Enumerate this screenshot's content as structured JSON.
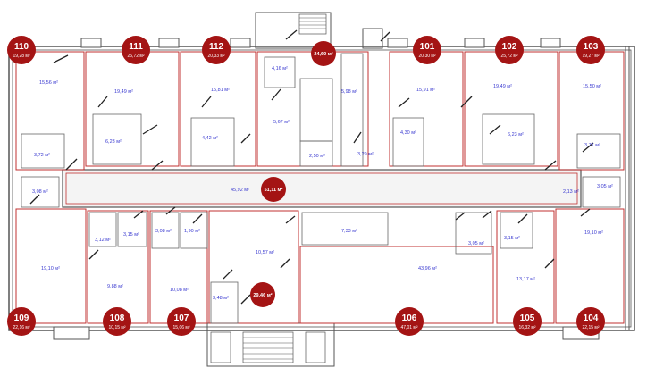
{
  "colors": {
    "wall": "#555555",
    "apartment_border": "#c03030",
    "badge": "#a41414",
    "area_text": "#3a3ad0",
    "corridor_fill": "#f4f4f4"
  },
  "apartments": [
    {
      "number": "110",
      "total_area": "19,28 м²"
    },
    {
      "number": "111",
      "total_area": "25,72 м²"
    },
    {
      "number": "112",
      "total_area": "20,33 м²"
    },
    {
      "number": "101",
      "total_area": "20,30 м²"
    },
    {
      "number": "102",
      "total_area": "25,72 м²"
    },
    {
      "number": "103",
      "total_area": "19,27 м²"
    },
    {
      "number": "109",
      "total_area": "22,16 м²"
    },
    {
      "number": "108",
      "total_area": "10,15 м²"
    },
    {
      "number": "107",
      "total_area": "15,06 м²"
    },
    {
      "number": "106",
      "total_area": "47,01 м²"
    },
    {
      "number": "105",
      "total_area": "16,32 м²"
    },
    {
      "number": "104",
      "total_area": "22,15 м²"
    }
  ],
  "common_areas": [
    {
      "total_area": "24,60 м²"
    },
    {
      "total_area": "51,11 м²"
    },
    {
      "total_area": "29,46 м²"
    }
  ],
  "room_areas": [
    "15,56 м²",
    "3,72 м²",
    "3,08 м²",
    "19,49 м²",
    "6,23 м²",
    "15,81 м²",
    "4,42 м²",
    "4,16 м²",
    "5,67 м²",
    "2,50 м²",
    "5,98 м²",
    "3,29 м²",
    "15,91 м²",
    "4,30 м²",
    "19,49 м²",
    "6,23 м²",
    "15,50 м²",
    "3,71 м²",
    "3,05 м²",
    "2,13 м²",
    "45,92 м²",
    "3,12 м²",
    "3,15 м²",
    "3,08 м²",
    "1,90 м²",
    "19,10 м²",
    "9,88 м²",
    "10,08 м²",
    "10,57 м²",
    "3,48 м²",
    "7,33 м²",
    "43,96 м²",
    "3,05 м²",
    "3,15 м²",
    "13,17 м²",
    "19,10 м²"
  ]
}
